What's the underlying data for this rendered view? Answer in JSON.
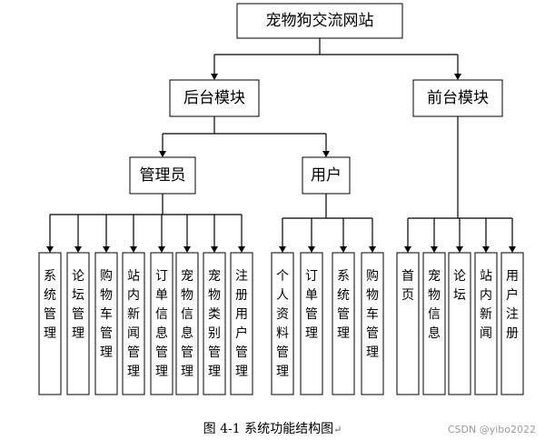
{
  "root": "宠物狗交流网站",
  "modules": [
    {
      "label": "后台模块",
      "roles": [
        {
          "label": "管理员",
          "leaves": [
            "系统管理",
            "论坛管理",
            "购物车管理",
            "站内新闻管理",
            "订单信息管理",
            "宠物信息管理",
            "宠物类别管理",
            "注册用户管理"
          ]
        },
        {
          "label": "用户",
          "leaves": [
            "个人资料管理",
            "订单管理",
            "系统管理",
            "购物车管理"
          ]
        }
      ]
    },
    {
      "label": "前台模块",
      "leaves": [
        "首页",
        "宠物信息",
        "论坛",
        "站内新闻",
        "用户注册"
      ]
    }
  ],
  "caption": "图 4-1 系统功能结构图",
  "caption_mark": "↵",
  "watermark": "CSDN @yibo2022"
}
